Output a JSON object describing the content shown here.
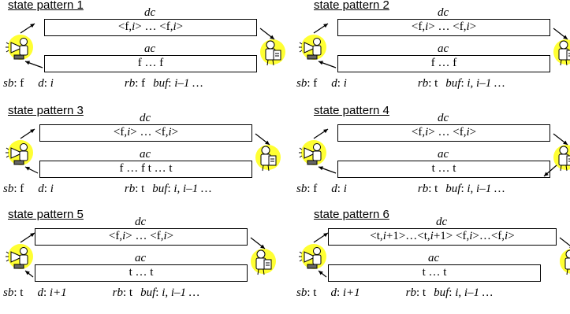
{
  "panels": [
    {
      "title": "state pattern 1",
      "dc_label": "dc",
      "dc_content": "<f,i> … <f,i>",
      "ac_label": "ac",
      "ac_content": "f … f",
      "status": {
        "sb": "f",
        "d": "i",
        "rb": "f",
        "buf": "i–1 …"
      },
      "receiver_arrow": false,
      "sender_arrow": true
    },
    {
      "title": "state pattern 2",
      "dc_label": "dc",
      "dc_content": "<f,i> … <f,i>",
      "ac_label": "ac",
      "ac_content": "f … f",
      "status": {
        "sb": "f",
        "d": "i",
        "rb": "t",
        "buf": "i, i–1 …"
      },
      "receiver_arrow": false,
      "sender_arrow": true
    },
    {
      "title": "state pattern 3",
      "dc_label": "dc",
      "dc_content": "<f,i> … <f,i>",
      "ac_label": "ac",
      "ac_content": "f … f t … t",
      "status": {
        "sb": "f",
        "d": "i",
        "rb": "t",
        "buf": "i, i–1 …"
      },
      "receiver_arrow": false,
      "sender_arrow": true
    },
    {
      "title": "state pattern 4",
      "dc_label": "dc",
      "dc_content": "<f,i> … <f,i>",
      "ac_label": "ac",
      "ac_content": "t … t",
      "status": {
        "sb": "f",
        "d": "i",
        "rb": "t",
        "buf": "i, i–1 …"
      },
      "receiver_arrow": true,
      "sender_arrow": true
    },
    {
      "title": "state pattern 5",
      "dc_label": "dc",
      "dc_content": "<f,i> … <f,i>",
      "ac_label": "ac",
      "ac_content": "t … t",
      "status": {
        "sb": "t",
        "d": "i+1",
        "rb": "t",
        "buf": "i, i–1 …"
      },
      "receiver_arrow": false,
      "sender_arrow": true
    },
    {
      "title": "state pattern 6",
      "dc_label": "dc",
      "dc_content": "<t,i+1>…<t,i+1> <f,i>…<f,i>",
      "ac_label": "ac",
      "ac_content": "t … t",
      "status": {
        "sb": "t",
        "d": "i+1",
        "rb": "t",
        "buf": "i, i–1 …"
      },
      "receiver_arrow": false,
      "sender_arrow": true
    }
  ],
  "status_keys": {
    "sb": "sb",
    "d": "d",
    "rb": "rb",
    "buf": "buf"
  },
  "colors": {
    "actor_fill": "#ffff33",
    "line": "#000000",
    "background": "#ffffff"
  },
  "icons": {
    "sender": "megaphone-person-icon",
    "receiver": "reading-person-icon"
  }
}
